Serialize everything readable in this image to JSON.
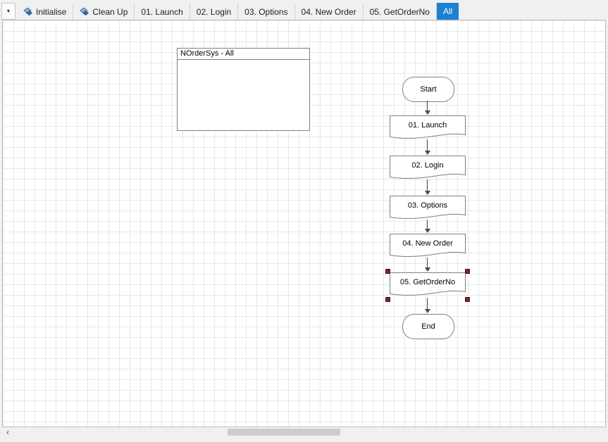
{
  "tabs": [
    {
      "label": "Initialise"
    },
    {
      "label": "Clean Up"
    },
    {
      "label": "01. Launch"
    },
    {
      "label": "02. Login"
    },
    {
      "label": "03. Options"
    },
    {
      "label": "04. New Order"
    },
    {
      "label": "05. GetOrderNo"
    },
    {
      "label": "All"
    }
  ],
  "icons": {
    "tab_overflow": "▼",
    "scroll_left": "‹"
  },
  "canvas": {
    "group_box_title": "NOrderSys - All",
    "nodes": {
      "start": "Start",
      "stage1": "01. Launch",
      "stage2": "02. Login",
      "stage3": "03. Options",
      "stage4": "04. New Order",
      "stage5": "05. GetOrderNo",
      "end": "End"
    },
    "selection": {
      "selected_stage": "05. GetOrderNo"
    }
  },
  "colors": {
    "active_tab": "#1e80d2",
    "selection_handle": "#7e2626",
    "grid_line": "#e4e8ec",
    "shape_border": "#7f7f7f",
    "connector": "#4a4a4a"
  }
}
